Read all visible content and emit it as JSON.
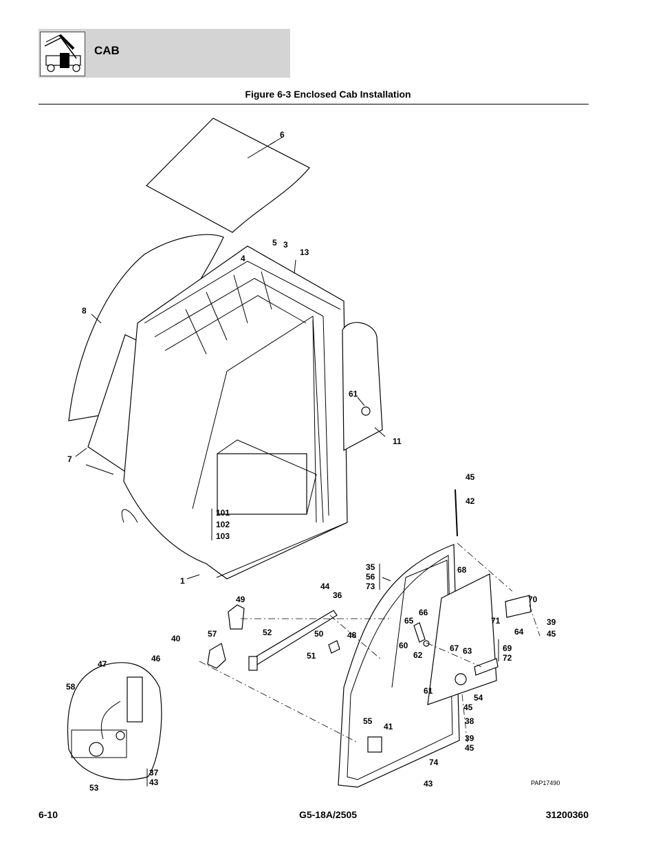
{
  "header": {
    "section": "CAB",
    "icon": "telehandler-cab-icon"
  },
  "figure": {
    "title": "Figure 6-3 Enclosed Cab Installation",
    "drawing_id": "PAP17490"
  },
  "callouts": {
    "c1": "1",
    "c3": "3",
    "c4": "4",
    "c5": "5",
    "c6": "6",
    "c7": "7",
    "c8": "8",
    "c11": "11",
    "c13": "13",
    "c61a": "61",
    "c101": "101",
    "c102": "102",
    "c103": "103",
    "c45a": "45",
    "c42": "42",
    "c35": "35",
    "c56": "56",
    "c73": "73",
    "c68": "68",
    "c70": "70",
    "c71": "71",
    "c64": "64",
    "c39a": "39",
    "c45b": "45",
    "c44": "44",
    "c36": "36",
    "c49": "49",
    "c52": "52",
    "c57": "57",
    "c40": "40",
    "c50": "50",
    "c48": "48",
    "c51": "51",
    "c66": "66",
    "c65": "65",
    "c60": "60",
    "c62": "62",
    "c67": "67",
    "c63": "63",
    "c69": "69",
    "c72": "72",
    "c61b": "61",
    "c54": "54",
    "c45c": "45",
    "c38": "38",
    "c39b": "39",
    "c45d": "45",
    "c55": "55",
    "c41": "41",
    "c74": "74",
    "c43a": "43",
    "c47": "47",
    "c46": "46",
    "c58": "58",
    "c37": "37",
    "c43b": "43",
    "c53": "53"
  },
  "footer": {
    "page": "6-10",
    "model": "G5-18A/2505",
    "manual": "31200360"
  }
}
